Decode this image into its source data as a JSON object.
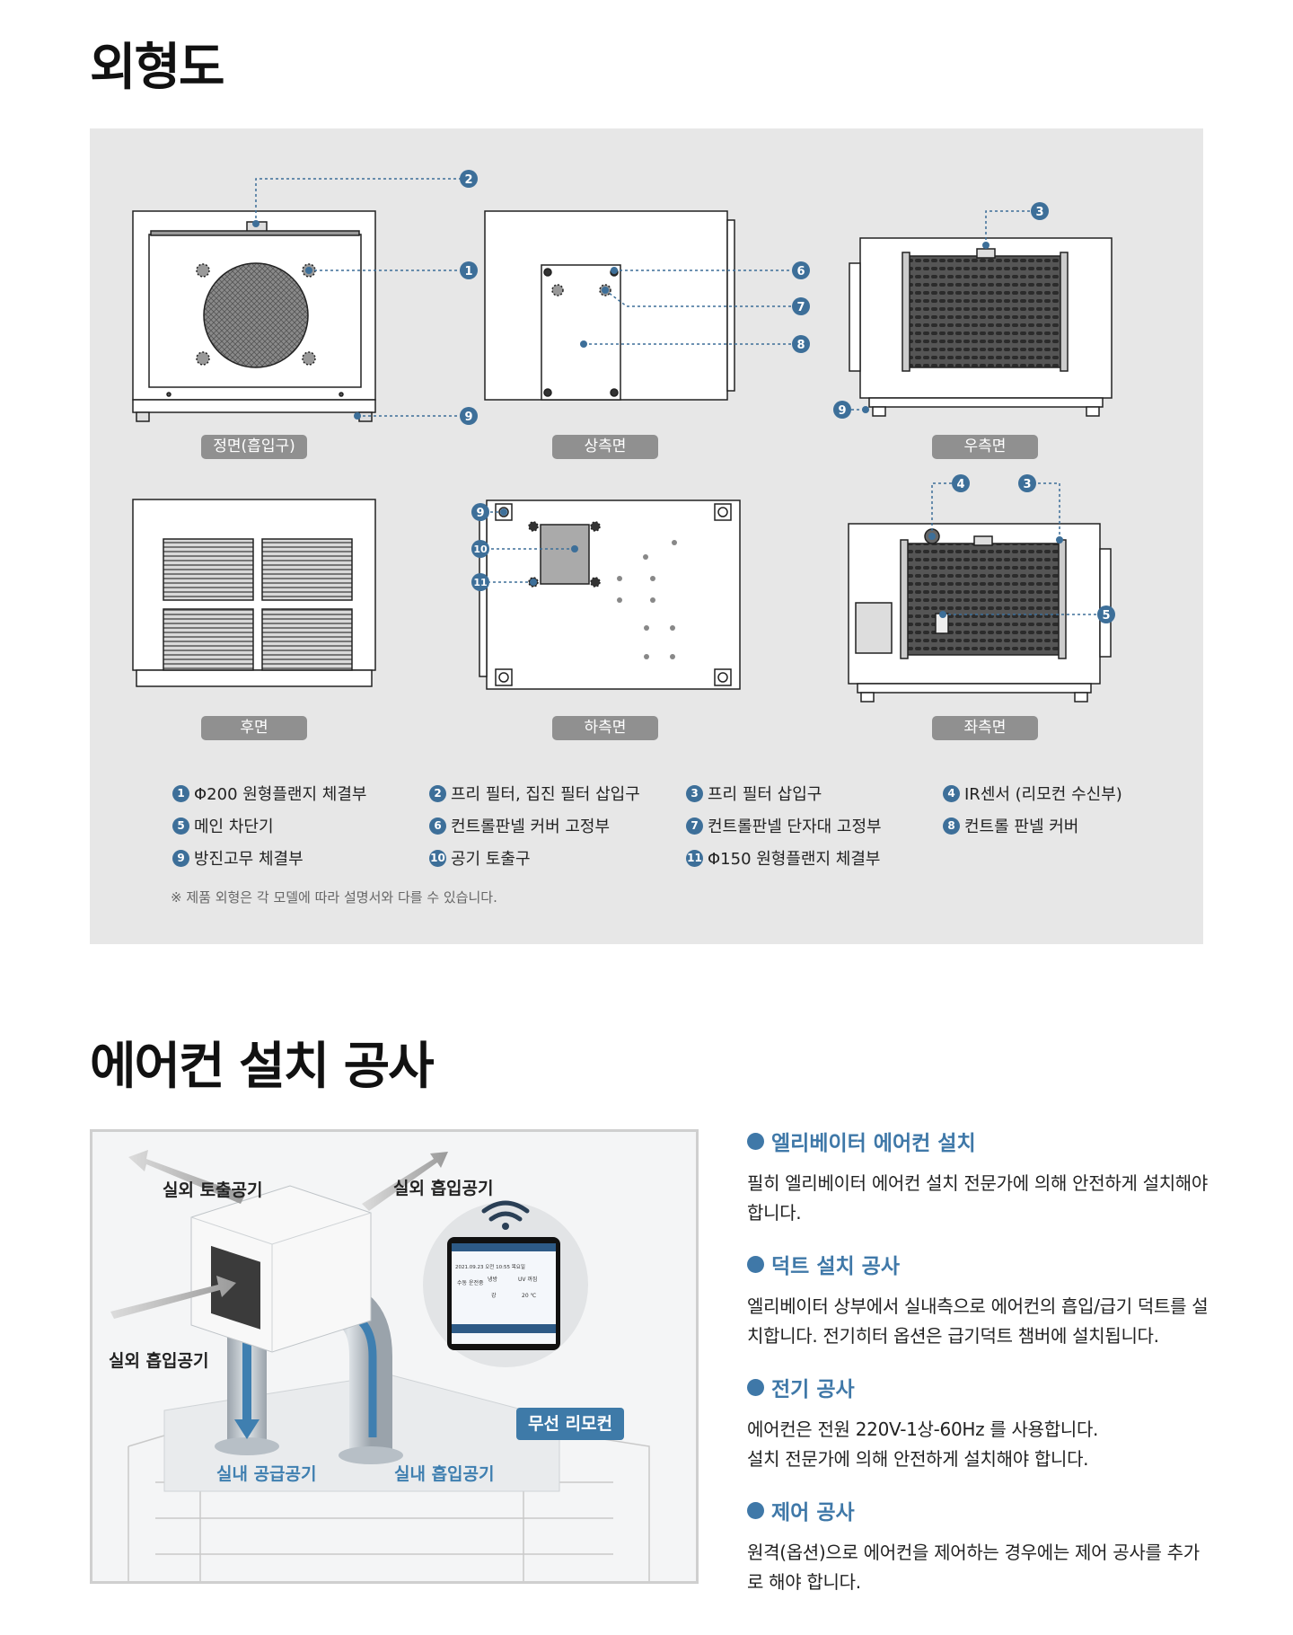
{
  "section1": {
    "title": "외형도",
    "views": [
      "정면(흡입구)",
      "상측면",
      "우측면",
      "후면",
      "하측면",
      "좌측면"
    ],
    "callouts": [
      "1",
      "2",
      "3",
      "4",
      "5",
      "6",
      "7",
      "8",
      "9",
      "10",
      "11"
    ],
    "legend": [
      {
        "n": "1",
        "text": "Φ200 원형플랜지 체결부"
      },
      {
        "n": "2",
        "text": "프리 필터, 집진 필터 삽입구"
      },
      {
        "n": "3",
        "text": "프리 필터 삽입구"
      },
      {
        "n": "4",
        "text": "IR센서 (리모컨 수신부)"
      },
      {
        "n": "5",
        "text": "메인 차단기"
      },
      {
        "n": "6",
        "text": "컨트롤판넬 커버 고정부"
      },
      {
        "n": "7",
        "text": "컨트롤판넬 단자대 고정부"
      },
      {
        "n": "8",
        "text": "컨트롤 판넬 커버"
      },
      {
        "n": "9",
        "text": "방진고무 체결부"
      },
      {
        "n": "10",
        "text": "공기 토출구"
      },
      {
        "n": "11",
        "text": "Φ150 원형플랜지 체결부"
      }
    ],
    "note": "※ 제품 외형은 각 모델에 따라 설명서와 다를 수 있습니다."
  },
  "section2": {
    "title": "에어컨 설치 공사",
    "photo": {
      "outdoor_exhaust": "실외 토출공기",
      "outdoor_intake_top": "실외 흡입공기",
      "outdoor_intake_left": "실외 흡입공기",
      "indoor_supply": "실내 공급공기",
      "indoor_intake": "실내 흡입공기",
      "remote_button": "무선 리모컨",
      "phone": {
        "date": "2021.09.23 오전 10:55 목요일",
        "mode": "수동 운전중",
        "cool": "냉방",
        "uv": "UV 꺼짐",
        "strong": "강",
        "temp": "20 ℃"
      }
    },
    "items": [
      {
        "title": "엘리베이터 에어컨 설치",
        "body": "필히 엘리베이터 에어컨 설치 전문가에 의해 안전하게 설치해야 합니다."
      },
      {
        "title": "덕트 설치 공사",
        "body": "엘리베이터 상부에서 실내측으로 에어컨의 흡입/급기 덕트를 설치합니다. 전기히터 옵션은 급기덕트 챔버에 설치됩니다."
      },
      {
        "title": "전기 공사",
        "body": "에어컨은 전원 220V-1상-60Hz 를 사용합니다.",
        "body2": "설치 전문가에 의해 안전하게 설치해야 합니다."
      },
      {
        "title": "제어 공사",
        "body": "원격(옵션)으로 에어컨을 제어하는 경우에는 제어 공사를 추가로 해야 합니다."
      }
    ]
  }
}
